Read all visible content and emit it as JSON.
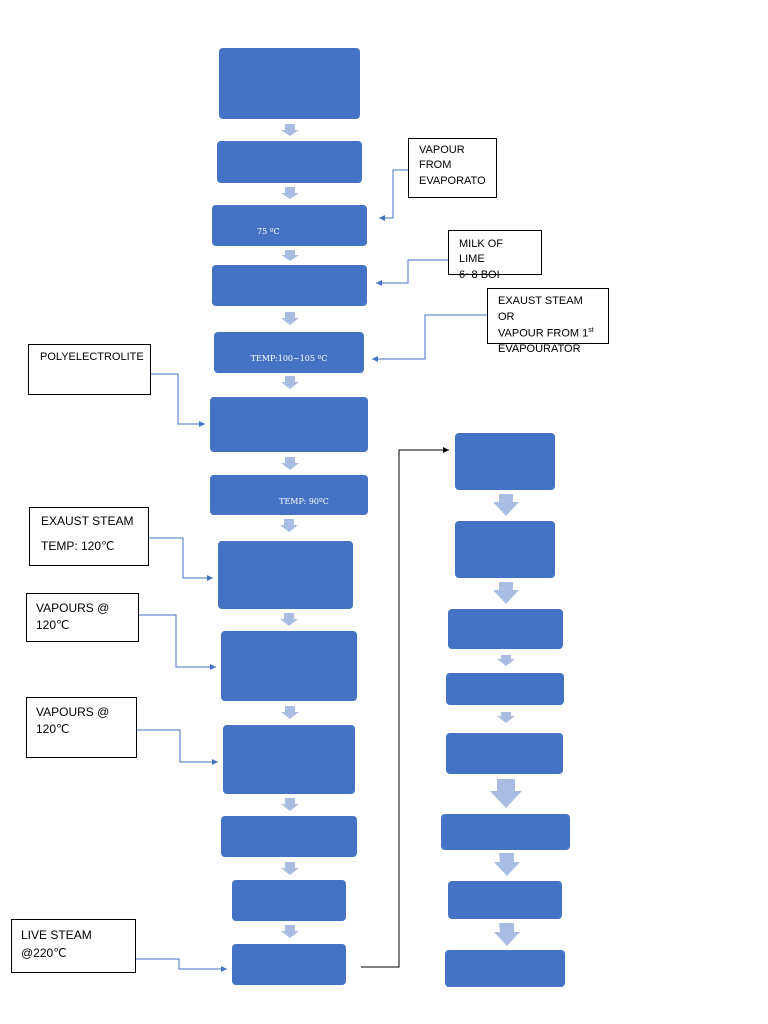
{
  "process_boxes": [
    {
      "id": "box-1",
      "text": ""
    },
    {
      "id": "box-2",
      "text": ""
    },
    {
      "id": "box-3",
      "text": "75 ºC"
    },
    {
      "id": "box-4",
      "text": ""
    },
    {
      "id": "box-5",
      "text": "TEMP:100~105 ºC"
    },
    {
      "id": "box-6",
      "text": ""
    },
    {
      "id": "box-7",
      "text": "TEMP: 90ºC"
    },
    {
      "id": "box-8",
      "text": ""
    },
    {
      "id": "box-9",
      "text": ""
    },
    {
      "id": "box-10",
      "text": ""
    },
    {
      "id": "box-11",
      "text": ""
    },
    {
      "id": "box-12",
      "text": ""
    },
    {
      "id": "box-13",
      "text": ""
    }
  ],
  "inputs": {
    "vapour_from_evaporator": [
      "VAPOUR",
      "FROM",
      "EVAPORATO"
    ],
    "milk_of_lime": [
      "MILK OF LIME",
      "6~8 BOI"
    ],
    "exhaust_steam_or_vapour": [
      "EXAUST STEAM OR",
      "VAPOUR FROM 1",
      "st",
      "EVAPOURATOR"
    ],
    "polyelectrolite": [
      "POLYELECTROLITE"
    ],
    "exhaust_steam": [
      "EXAUST STEAM",
      "TEMP: 120℃"
    ],
    "vapours_1": [
      "VAPOURS @",
      "120℃"
    ],
    "vapours_2": [
      "VAPOURS @",
      "120℃"
    ],
    "live_steam": [
      "LIVE STEAM",
      "@220℃"
    ]
  },
  "colors": {
    "box_fill": "#4472c4",
    "down_arrow": "#a9bde3",
    "connector": "#4472c4",
    "transfer_line": "#000000"
  }
}
